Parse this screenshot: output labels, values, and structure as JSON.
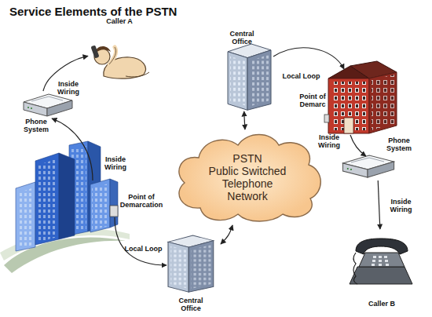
{
  "diagram": {
    "title": "Service Elements of the PSTN",
    "nodes": [
      {
        "text": [
          "Caller A"
        ]
      },
      {
        "text": [
          "Central Office"
        ]
      },
      {
        "text": [
          "Phone System"
        ]
      },
      {
        "text": [
          "Phone System"
        ]
      },
      {
        "text": [
          "PSTN",
          "Public Switched Telephone Network"
        ]
      },
      {
        "text": [
          "Central Office"
        ]
      },
      {
        "text": [
          "Caller B"
        ]
      }
    ],
    "edges": [
      {
        "from": 2,
        "to": 0,
        "arrow": "to",
        "label": "Inside Wiring"
      },
      {
        "from": 4,
        "to": 1,
        "arrow": "both"
      },
      {
        "from": 4,
        "to": 5,
        "arrow": "both"
      },
      {
        "from": 3,
        "to": 6,
        "arrow": "to",
        "label": "Inside Wiring"
      }
    ],
    "labels": [
      "Inside Wiring",
      "Point of Demarcation",
      "Local Loop",
      "Local Loop",
      "Point of Demarc",
      "Inside Wiring"
    ]
  }
}
